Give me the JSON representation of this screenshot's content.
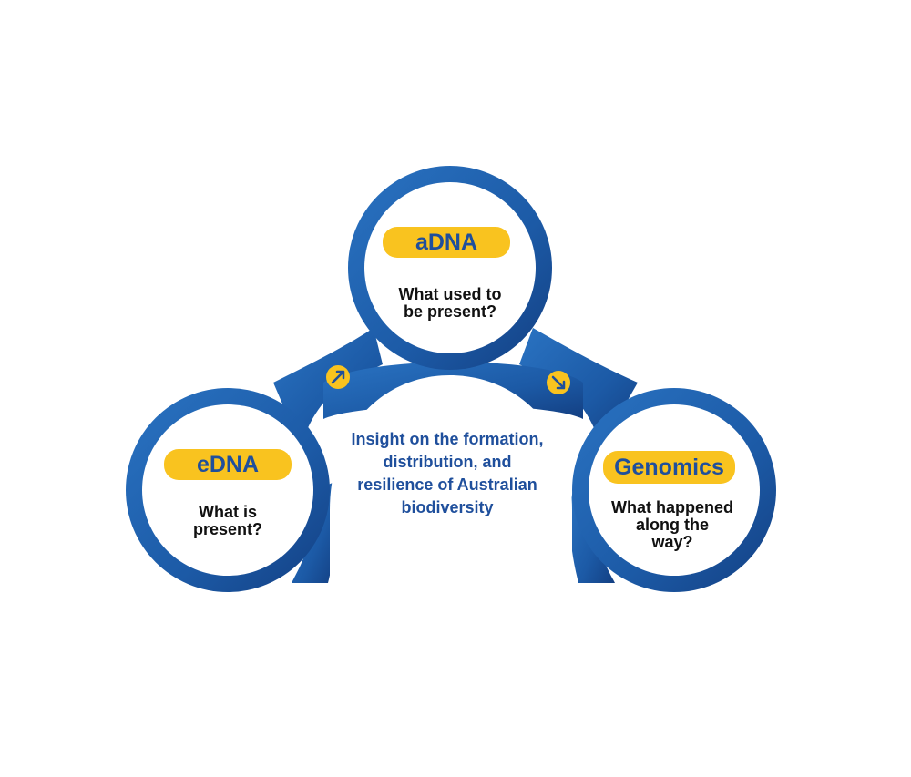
{
  "nodes": {
    "adna": {
      "title": "aDNA",
      "question": [
        "What used to",
        "be present?"
      ]
    },
    "edna": {
      "title": "eDNA",
      "question": [
        "What is",
        "present?"
      ]
    },
    "genomics": {
      "title": "Genomics",
      "question": [
        "What happened",
        "along the",
        "way?"
      ]
    }
  },
  "center": {
    "lines": [
      "Insight on the formation,",
      "distribution, and",
      "resilience of Australian",
      "biodiversity"
    ]
  },
  "icons": {
    "left_arrow": "arrow-up-right-icon",
    "right_arrow": "arrow-down-right-icon"
  },
  "colors": {
    "ring_blue": "#1f62ae",
    "ring_dark": "#164a8f",
    "pill_yellow": "#f9c31f",
    "title_blue": "#1f4f9c",
    "text_dark": "#111111"
  }
}
